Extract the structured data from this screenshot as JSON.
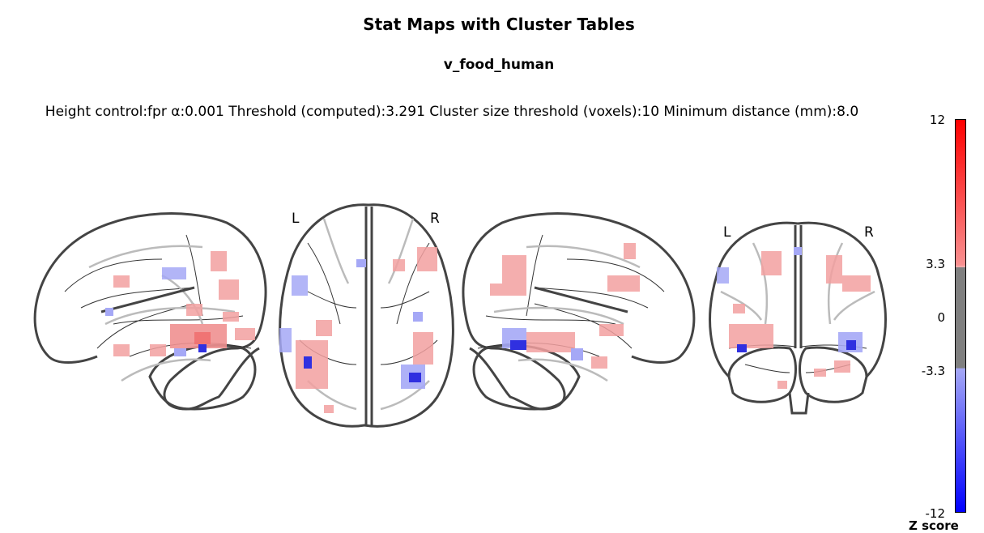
{
  "title": "Stat Maps with Cluster Tables",
  "subtitle": "v_food_human",
  "params": {
    "height_control": "Height control:fpr",
    "alpha": "α:0.001",
    "threshold": "Threshold (computed):3.291",
    "cluster_size": "Cluster size threshold (voxels):10",
    "min_distance": "Minimum distance (mm):8.0"
  },
  "views": {
    "axial": {
      "left_label": "L",
      "right_label": "R"
    },
    "coronal": {
      "left_label": "L",
      "right_label": "R"
    }
  },
  "colorbar": {
    "ticks": [
      "12",
      "3.3",
      "0",
      "-3.3",
      "-12"
    ],
    "label": "Z score",
    "colors": {
      "max": "#ff0000",
      "upper": "#f9b0b0",
      "neutral": "#808080",
      "lower": "#a5a8f6",
      "min": "#0000ff"
    }
  }
}
